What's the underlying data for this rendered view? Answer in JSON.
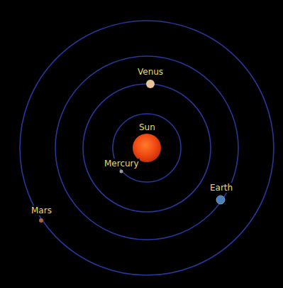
{
  "diagram": {
    "labels": [
      "Venus",
      "Sun",
      "Mercury",
      "Earth",
      "Mars"
    ]
  }
}
